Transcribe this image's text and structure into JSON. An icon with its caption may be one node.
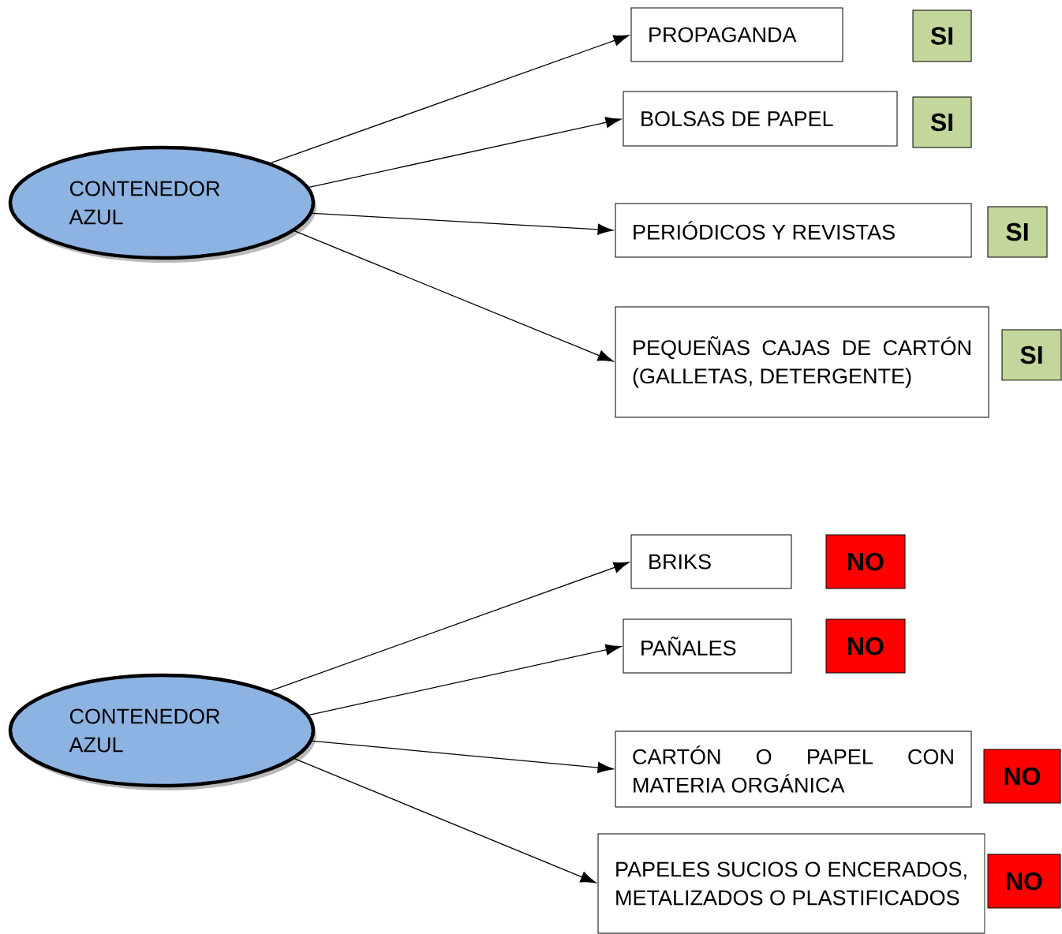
{
  "diagram": {
    "nodes": [
      {
        "text": [
          "CONTENEDOR AZUL"
        ]
      },
      {
        "text": [
          "PROPAGANDA"
        ]
      },
      {
        "text": [
          "SI"
        ]
      },
      {
        "text": [
          "BOLSAS DE PAPEL"
        ]
      },
      {
        "text": [
          "SI"
        ]
      },
      {
        "text": [
          "PERIÓDICOS Y REVISTAS"
        ]
      },
      {
        "text": [
          "SI"
        ]
      },
      {
        "text": [
          "PEQUEÑAS CAJAS DE CARTÓN (GALLETAS, DETERGENTE)"
        ]
      },
      {
        "text": [
          "SI"
        ]
      },
      {
        "text": [
          "CONTENEDOR AZUL"
        ]
      },
      {
        "text": [
          "BRIKS"
        ]
      },
      {
        "text": [
          "NO"
        ]
      },
      {
        "text": [
          "PAÑALES"
        ]
      },
      {
        "text": [
          "NO"
        ]
      },
      {
        "text": [
          "CARTÓN O PAPEL CON MATERIA ORGÁNICA"
        ]
      },
      {
        "text": [
          "NO"
        ]
      },
      {
        "text": [
          "PAPELES SUCIOS O ENCERADOS, METALIZADOS O PLASTIFICADOS"
        ]
      },
      {
        "text": [
          "NO"
        ]
      }
    ],
    "edges": [
      {
        "from": 0,
        "to": 1,
        "arrow": "to"
      },
      {
        "from": 0,
        "to": 3,
        "arrow": "to"
      },
      {
        "from": 0,
        "to": 5,
        "arrow": "to"
      },
      {
        "from": 0,
        "to": 7,
        "arrow": "to"
      },
      {
        "from": 9,
        "to": 10,
        "arrow": "to"
      },
      {
        "from": 9,
        "to": 12,
        "arrow": "to"
      },
      {
        "from": 9,
        "to": 14,
        "arrow": "to"
      },
      {
        "from": 9,
        "to": 16,
        "arrow": "to"
      }
    ]
  }
}
